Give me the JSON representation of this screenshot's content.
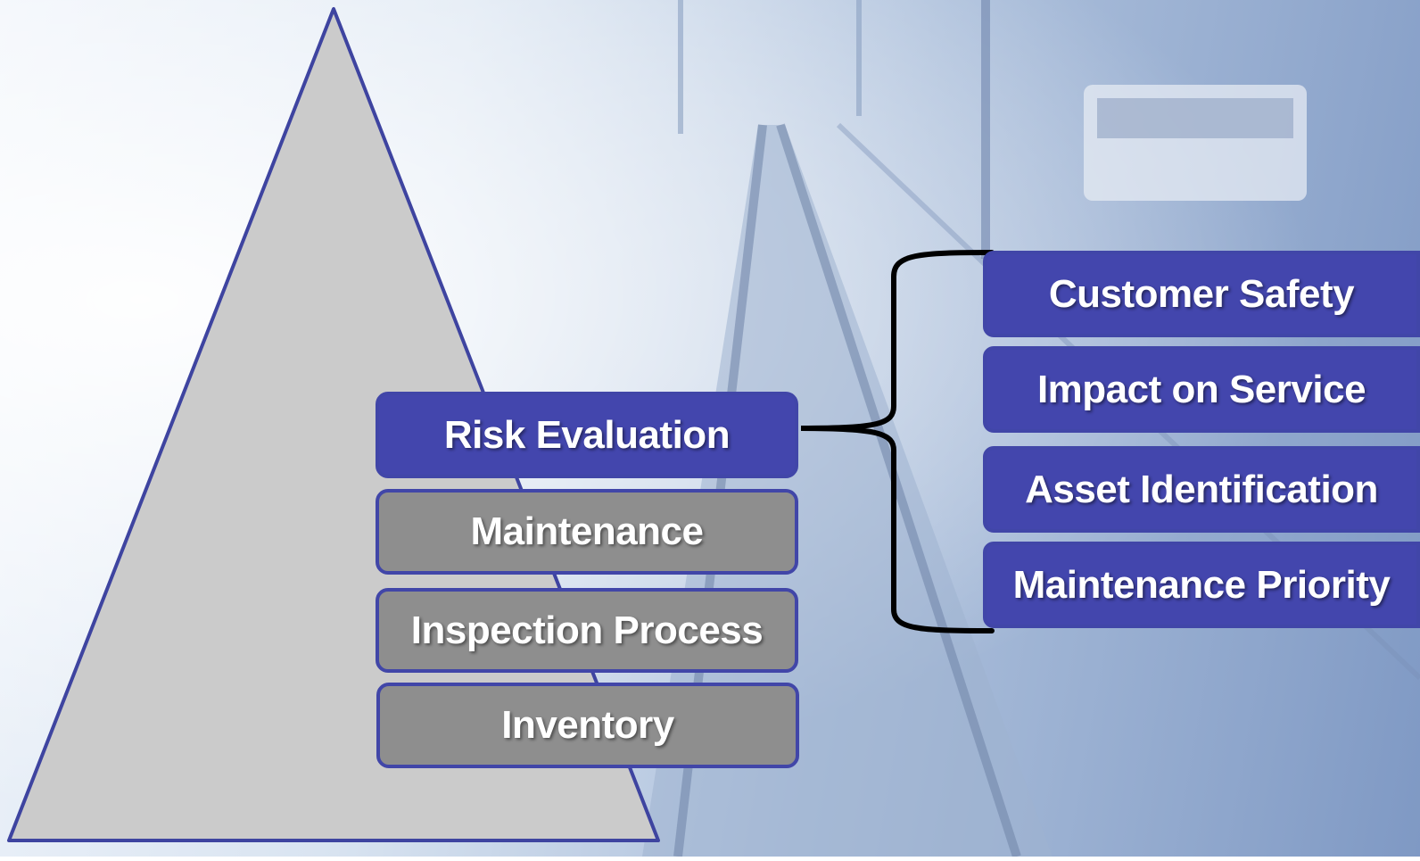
{
  "colors": {
    "accent_blue": "#4346ad",
    "border_blue": "#4146a8",
    "layer_gray": "#8e8e8e",
    "pyramid_fill": "#cbcbcb",
    "bracket": "#000000"
  },
  "pyramid": {
    "layers": [
      {
        "label": "Risk Evaluation",
        "style": "highlighted"
      },
      {
        "label": "Maintenance",
        "style": "gray"
      },
      {
        "label": "Inspection Process",
        "style": "gray"
      },
      {
        "label": "Inventory",
        "style": "gray"
      }
    ]
  },
  "risk_factors": {
    "items": [
      {
        "label": "Customer Safety"
      },
      {
        "label": "Impact on Service"
      },
      {
        "label": "Asset Identification"
      },
      {
        "label": "Maintenance Priority"
      }
    ]
  }
}
